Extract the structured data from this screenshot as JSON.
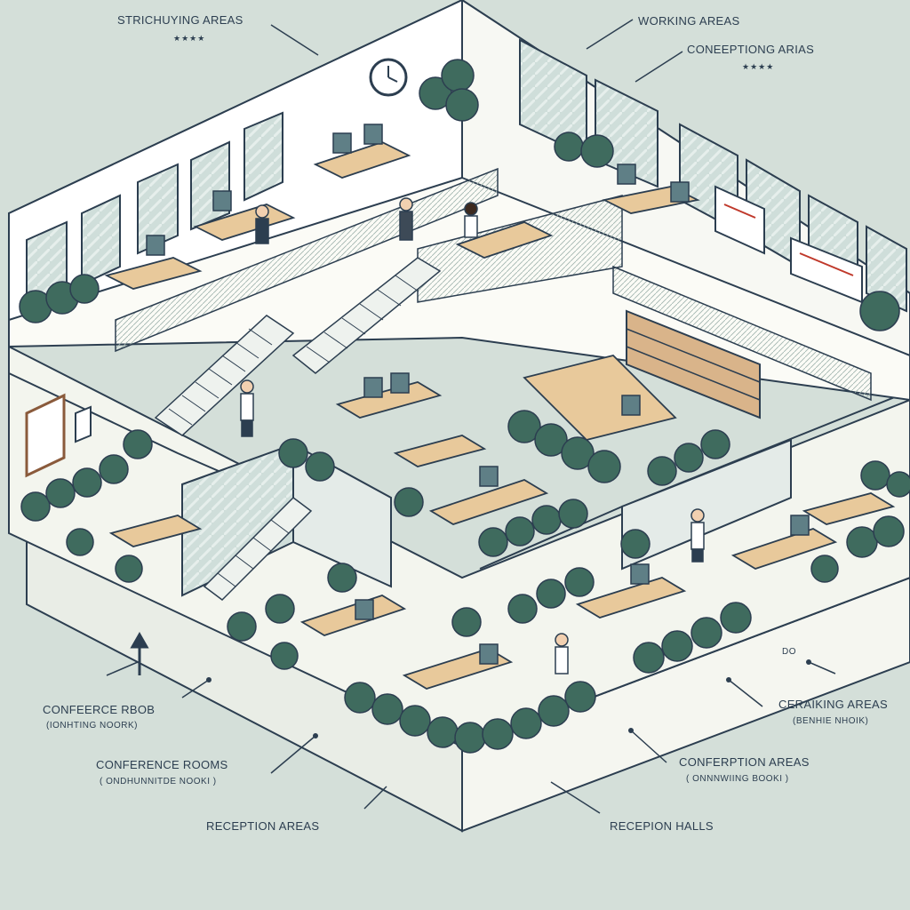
{
  "labels": {
    "top_left": "STRICHUYING AREAS",
    "top_right_1": "WORKING AREAS",
    "top_right_2": "CONEEPTIONG ARIAS",
    "marker_right": "DO",
    "left_1": "CONFEERCE RBOB",
    "left_1_sub": "(IONHTING NOORK)",
    "left_2": "CONFERENCE ROOMS",
    "left_2_sub": "( ONDHUNNITDE NOOKI )",
    "bottom_left": "RECEPTION AREAS",
    "right_1": "CERAIKING AREAS",
    "right_1_sub": "(BENHIE NHOIK)",
    "right_2": "CONFERPTION AREAS",
    "right_2_sub": "( ONNNWIING BOOKI )",
    "bottom_right": "RECEPION HALLS"
  },
  "decor": {
    "stars_1": "★★★★",
    "stars_2": "★★★★"
  },
  "colors": {
    "background": "#d4dfd9",
    "floor": "#f3f5ee",
    "wall": "#ffffff",
    "outline": "#2c3e50",
    "glass": "#c7d8d4",
    "plant": "#3f6b5e",
    "desk": "#e8c99b"
  }
}
